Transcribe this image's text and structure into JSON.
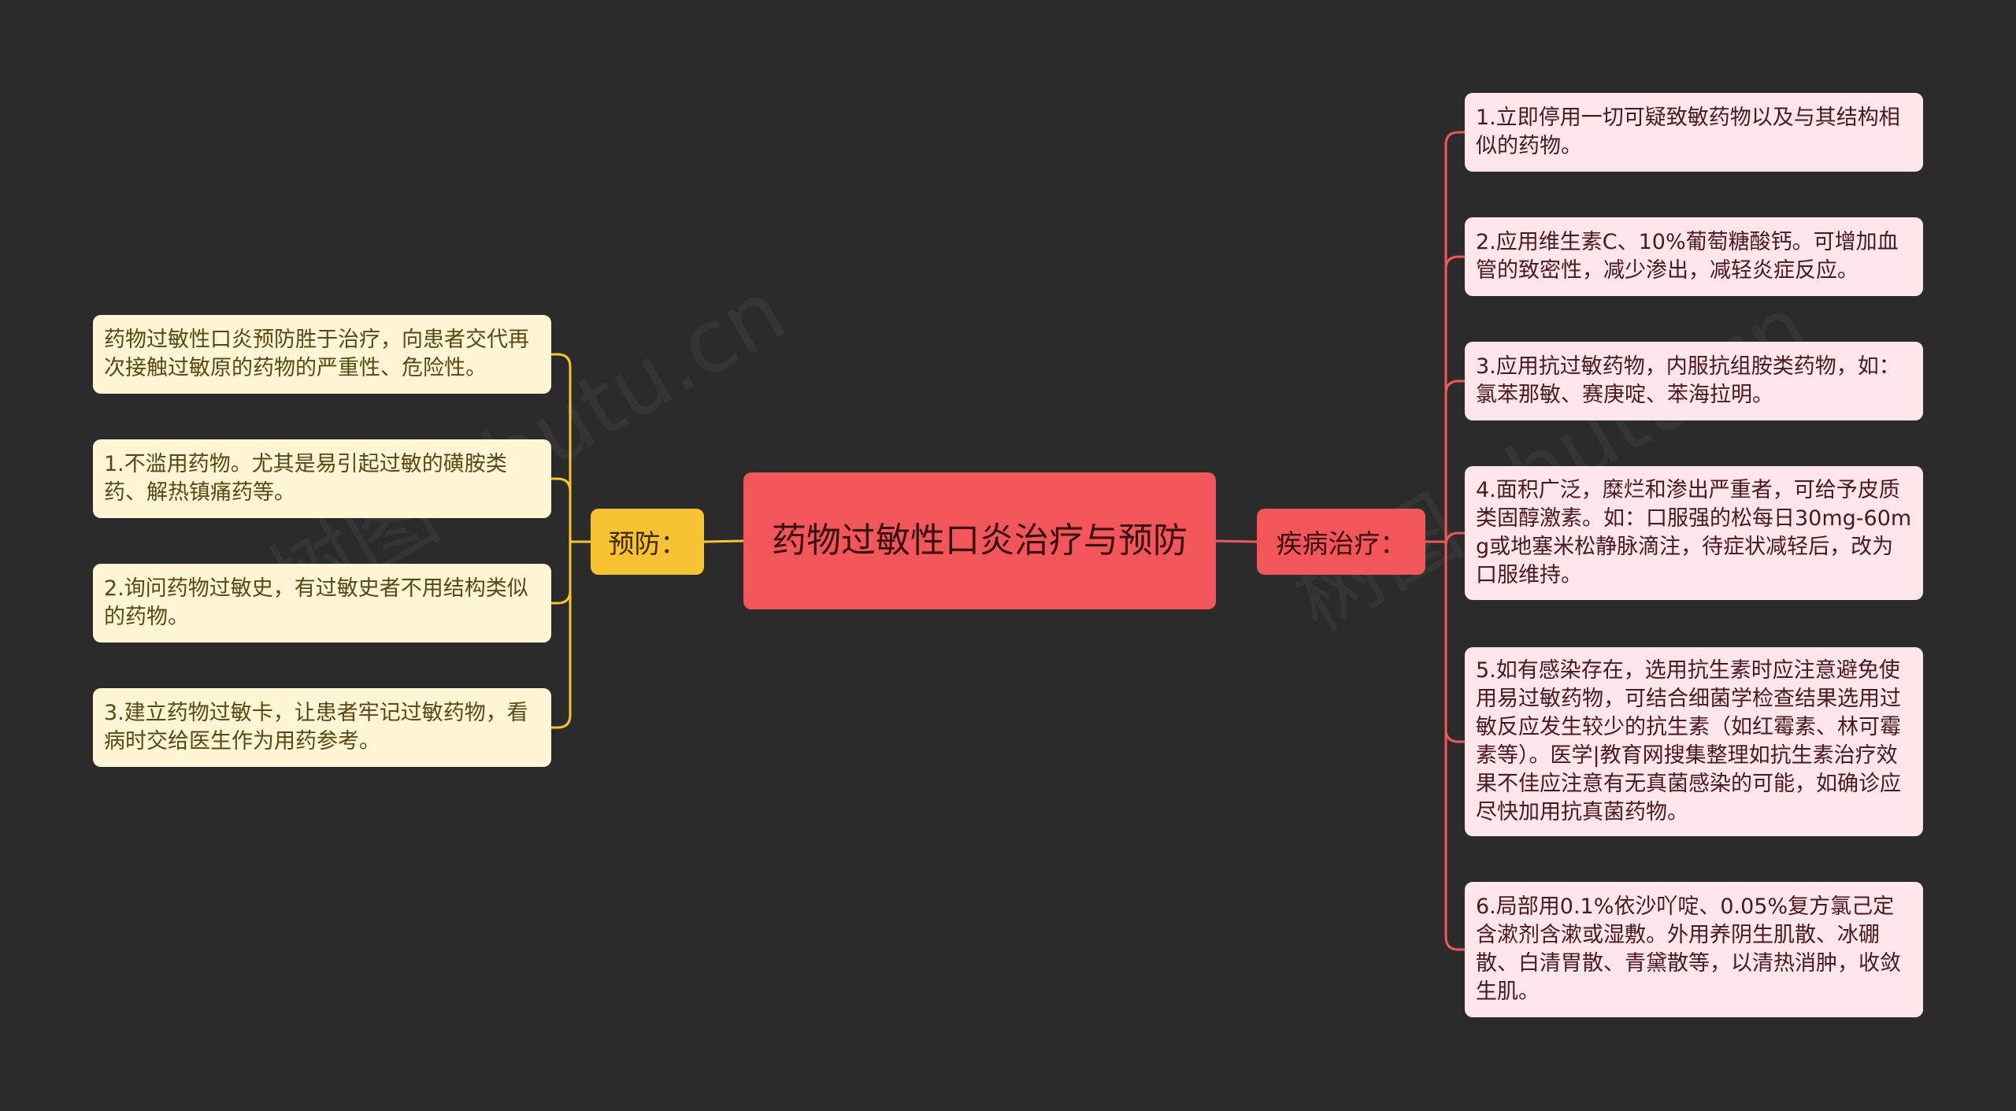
{
  "colors": {
    "background": "#2b2b2c",
    "root": "#f2565a",
    "left_branch": "#f7c332",
    "left_leaf": "#fff6d6",
    "left_line": "#f7c332",
    "right_branch": "#f2565a",
    "right_leaf": "#ffe6ea",
    "right_line": "#f2565a"
  },
  "root": {
    "label": "药物过敏性口炎治疗与预防"
  },
  "left_branch": {
    "label": "预防：",
    "items": [
      "药物过敏性口炎预防胜于治疗，向患者交代再次接触过敏原的药物的严重性、危险性。",
      "1.不滥用药物。尤其是易引起过敏的磺胺类药、解热镇痛药等。",
      "2.询问药物过敏史，有过敏史者不用结构类似的药物。",
      "3.建立药物过敏卡，让患者牢记过敏药物，看病时交给医生作为用药参考。"
    ]
  },
  "right_branch": {
    "label": "疾病治疗：",
    "items": [
      "1.立即停用一切可疑致敏药物以及与其结构相似的药物。",
      "2.应用维生素C、10%葡萄糖酸钙。可增加血管的致密性，减少渗出，减轻炎症反应。",
      "3.应用抗过敏药物，内服抗组胺类药物，如：氯苯那敏、赛庚啶、苯海拉明。",
      "4.面积广泛，糜烂和渗出严重者，可给予皮质类固醇激素。如：口服强的松每日30mg-60mg或地塞米松静脉滴注，待症状减轻后，改为口服维持。",
      "5.如有感染存在，选用抗生素时应注意避免使用易过敏药物，可结合细菌学检查结果选用过敏反应发生较少的抗生素（如红霉素、林可霉素等）。医学|教育网搜集整理如抗生素治疗效果不佳应注意有无真菌感染的可能，如确诊应尽快加用抗真菌药物。",
      "6.局部用0.1%依沙吖啶、0.05%复方氯己定含漱剂含漱或湿敷。外用养阴生肌散、冰硼散、白清胃散、青黛散等，以清热消肿，收敛生肌。"
    ]
  }
}
